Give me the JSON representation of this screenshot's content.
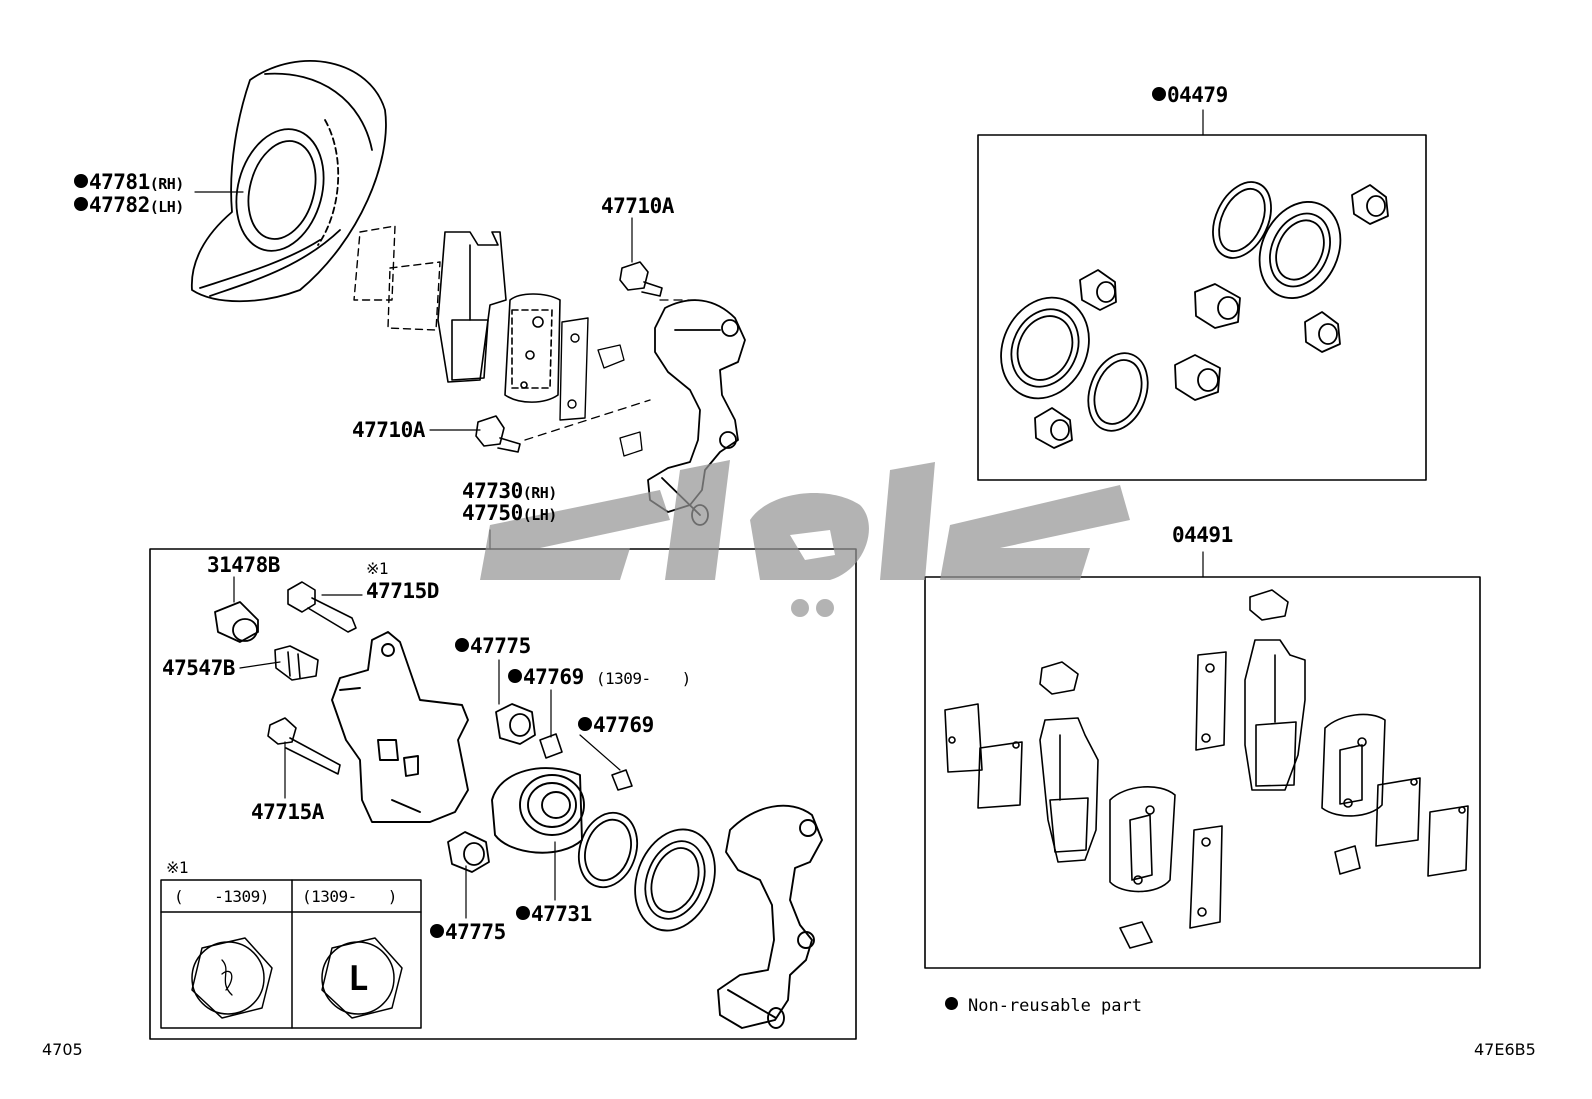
{
  "corners": {
    "left_code": "4705",
    "right_code": "47E6B5"
  },
  "legend": {
    "text": "Non-reusable part"
  },
  "watermark": {
    "text": "قطعه"
  },
  "labels": {
    "p47781": "47781",
    "p47781_side": "(RH)",
    "p47782": "47782",
    "p47782_side": "(LH)",
    "p47710A_top": "47710A",
    "p47710A_mid": "47710A",
    "p47730": "47730",
    "p47730_side": "(RH)",
    "p47750": "47750",
    "p47750_side": "(LH)",
    "p31478B": "31478B",
    "note_mark": "※1",
    "p47715D": "47715D",
    "p47547B": "47547B",
    "p47775_top": "47775",
    "p47769_top": "47769",
    "p47769_top_range": "(1309-　　)",
    "p47769_mid": "47769",
    "p47715A": "47715A",
    "p47731": "47731",
    "p47775_bot": "47775",
    "p04479": "04479",
    "p04491": "04491"
  },
  "inset": {
    "note_mark": "※1",
    "col_left": "(　　-1309)",
    "col_right": "(1309-　　)",
    "right_letter": "L"
  }
}
